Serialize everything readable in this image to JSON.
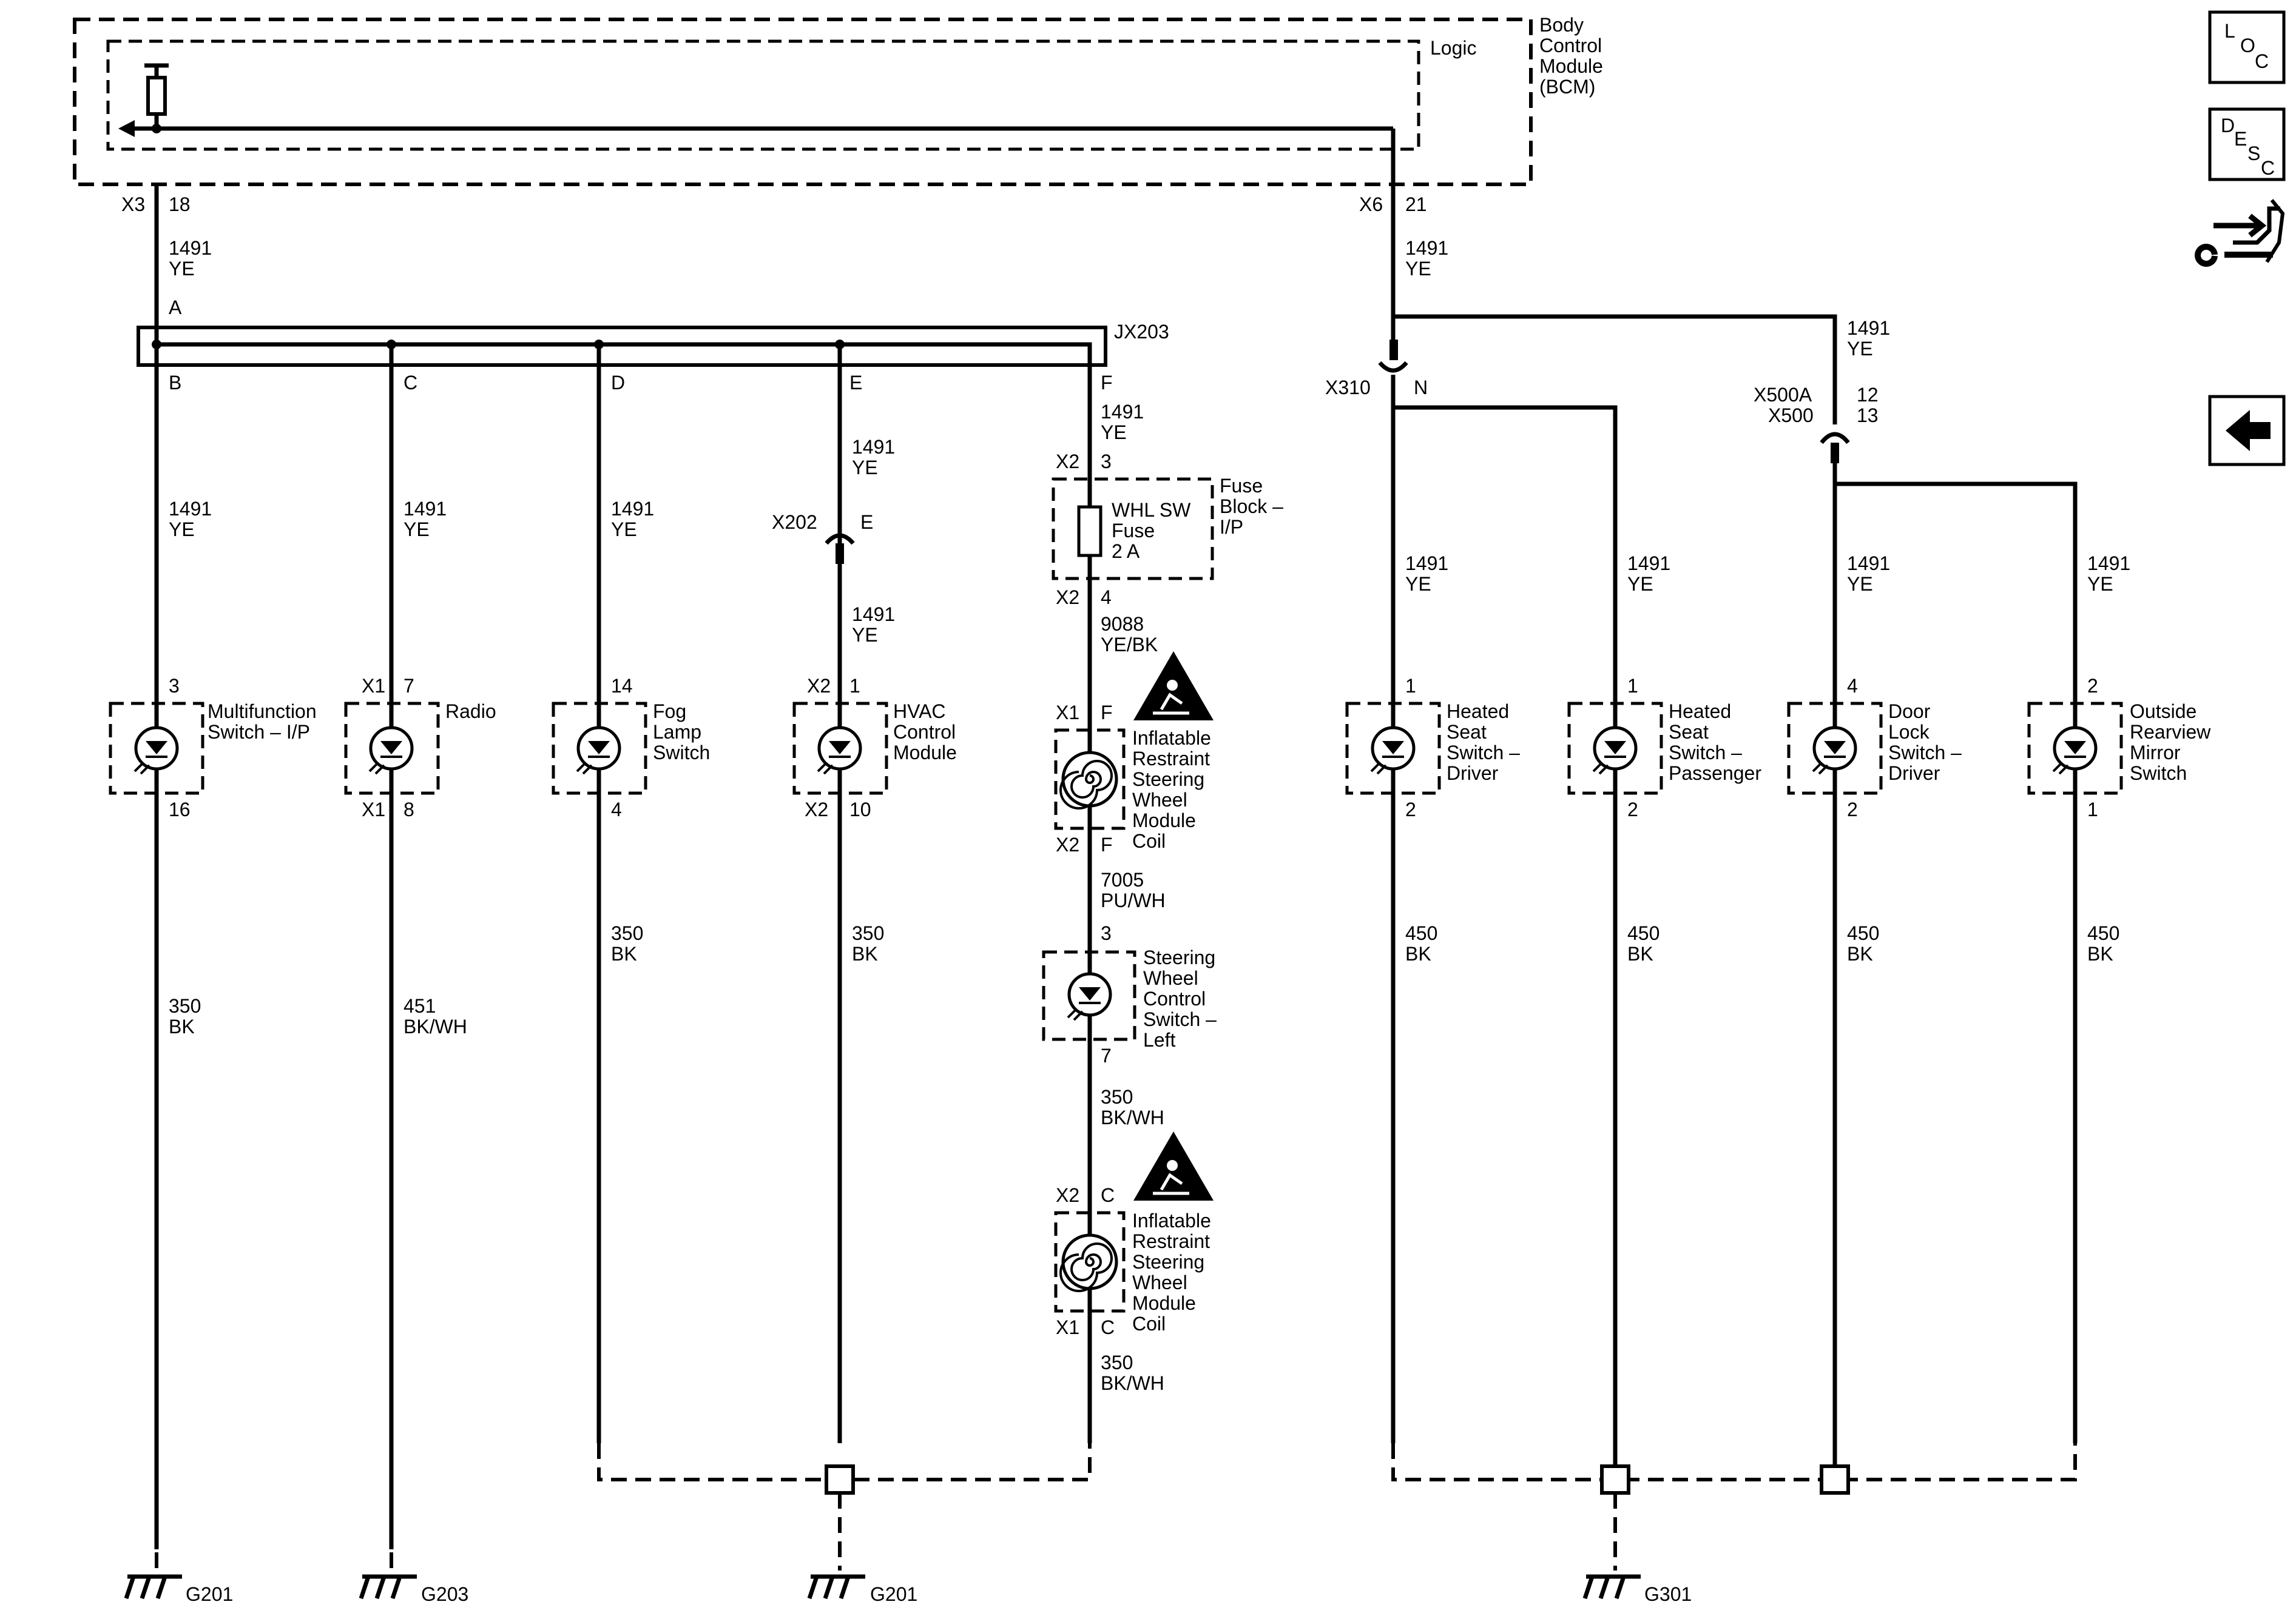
{
  "bcm": {
    "name_lines": [
      "Body",
      "Control",
      "Module",
      "(BCM)"
    ],
    "logic_label": "Logic",
    "left_conn": "X3",
    "left_pin": "18",
    "right_conn": "X6",
    "right_pin": "21"
  },
  "wire_main": {
    "circuit": "1491",
    "color": "YE"
  },
  "splice": {
    "name": "JX203",
    "pins": {
      "A": "A",
      "B": "B",
      "C": "C",
      "D": "D",
      "E": "E",
      "F": "F"
    }
  },
  "branches": {
    "b": {
      "wire_top": {
        "circuit": "1491",
        "color": "YE"
      },
      "device": "Multifunction Switch – I/P",
      "device_lines": [
        "Multifunction",
        "Switch – I/P"
      ],
      "conn_top": "",
      "pin_top": "3",
      "conn_bot": "",
      "pin_bot": "16",
      "wire_bot": {
        "circuit": "350",
        "color": "BK"
      },
      "ground": "G201"
    },
    "c": {
      "wire_top": {
        "circuit": "1491",
        "color": "YE"
      },
      "device_lines": [
        "Radio"
      ],
      "conn_top": "X1",
      "pin_top": "7",
      "conn_bot": "X1",
      "pin_bot": "8",
      "wire_bot": {
        "circuit": "451",
        "color": "BK/WH"
      },
      "ground": "G203"
    },
    "d": {
      "wire_top": {
        "circuit": "1491",
        "color": "YE"
      },
      "device_lines": [
        "Fog",
        "Lamp",
        "Switch"
      ],
      "conn_top": "",
      "pin_top": "14",
      "conn_bot": "",
      "pin_bot": "4",
      "wire_bot": {
        "circuit": "350",
        "color": "BK"
      }
    },
    "e": {
      "wire_top": {
        "circuit": "1491",
        "color": "YE"
      },
      "inline": {
        "name": "X202",
        "pin": "E"
      },
      "wire_mid": {
        "circuit": "1491",
        "color": "YE"
      },
      "device_lines": [
        "HVAC",
        "Control",
        "Module"
      ],
      "conn_top": "X2",
      "pin_top": "1",
      "conn_bot": "X2",
      "pin_bot": "10",
      "wire_bot": {
        "circuit": "350",
        "color": "BK"
      },
      "ground": "G201"
    },
    "f": {
      "wire_top": {
        "circuit": "1491",
        "color": "YE"
      },
      "fuse_block": {
        "conn_top": "X2",
        "pin_top": "3",
        "conn_bot": "X2",
        "pin_bot": "4",
        "fuse_lines": [
          "WHL SW",
          "Fuse",
          "2 A"
        ],
        "block_lines": [
          "Fuse",
          "Block –",
          "I/P"
        ]
      },
      "wire_2": {
        "circuit": "9088",
        "color": "YE/BK"
      },
      "coil1": {
        "conn_top": "X1",
        "pin_top": "F",
        "conn_bot": "X2",
        "pin_bot": "F",
        "label_lines": [
          "Inflatable",
          "Restraint",
          "Steering",
          "Wheel",
          "Module",
          "Coil"
        ]
      },
      "wire_3": {
        "circuit": "7005",
        "color": "PU/WH"
      },
      "swc": {
        "pin_top": "3",
        "pin_bot": "7",
        "label_lines": [
          "Steering",
          "Wheel",
          "Control",
          "Switch –",
          "Left"
        ]
      },
      "wire_4": {
        "circuit": "350",
        "color": "BK/WH"
      },
      "coil2": {
        "conn_top": "X2",
        "pin_top": "C",
        "conn_bot": "X1",
        "pin_bot": "C",
        "label_lines": [
          "Inflatable",
          "Restraint",
          "Steering",
          "Wheel",
          "Module",
          "Coil"
        ]
      },
      "wire_5": {
        "circuit": "350",
        "color": "BK/WH"
      }
    }
  },
  "right_side": {
    "x310": {
      "name": "X310",
      "pin": "N"
    },
    "x500": {
      "name_a": "X500A",
      "name_b": "X500",
      "pin_a": "12",
      "pin_b": "13"
    },
    "wire_to_x500": {
      "circuit": "1491",
      "color": "YE"
    },
    "devices": [
      {
        "pin_top": "1",
        "pin_bot": "2",
        "lines": [
          "Heated",
          "Seat",
          "Switch –",
          "Driver"
        ],
        "wire_top": {
          "circuit": "1491",
          "color": "YE"
        },
        "wire_bot": {
          "circuit": "450",
          "color": "BK"
        }
      },
      {
        "pin_top": "1",
        "pin_bot": "2",
        "lines": [
          "Heated",
          "Seat",
          "Switch –",
          "Passenger"
        ],
        "wire_top": {
          "circuit": "1491",
          "color": "YE"
        },
        "wire_bot": {
          "circuit": "450",
          "color": "BK"
        }
      },
      {
        "pin_top": "4",
        "pin_bot": "2",
        "lines": [
          "Door",
          "Lock",
          "Switch –",
          "Driver"
        ],
        "wire_top": {
          "circuit": "1491",
          "color": "YE"
        },
        "wire_bot": {
          "circuit": "450",
          "color": "BK"
        }
      },
      {
        "pin_top": "2",
        "pin_bot": "1",
        "lines": [
          "Outside",
          "Rearview",
          "Mirror",
          "Switch"
        ],
        "wire_top": {
          "circuit": "1491",
          "color": "YE"
        },
        "wire_bot": {
          "circuit": "450",
          "color": "BK"
        }
      }
    ],
    "ground": "G301"
  },
  "ground_mid": "G201",
  "nav": {
    "loc": [
      "L",
      "O",
      "C"
    ],
    "desc": [
      "D",
      "E",
      "S",
      "C"
    ],
    "connector_icon": "connector-wrench-icon",
    "back_icon": "back-arrow-icon"
  }
}
